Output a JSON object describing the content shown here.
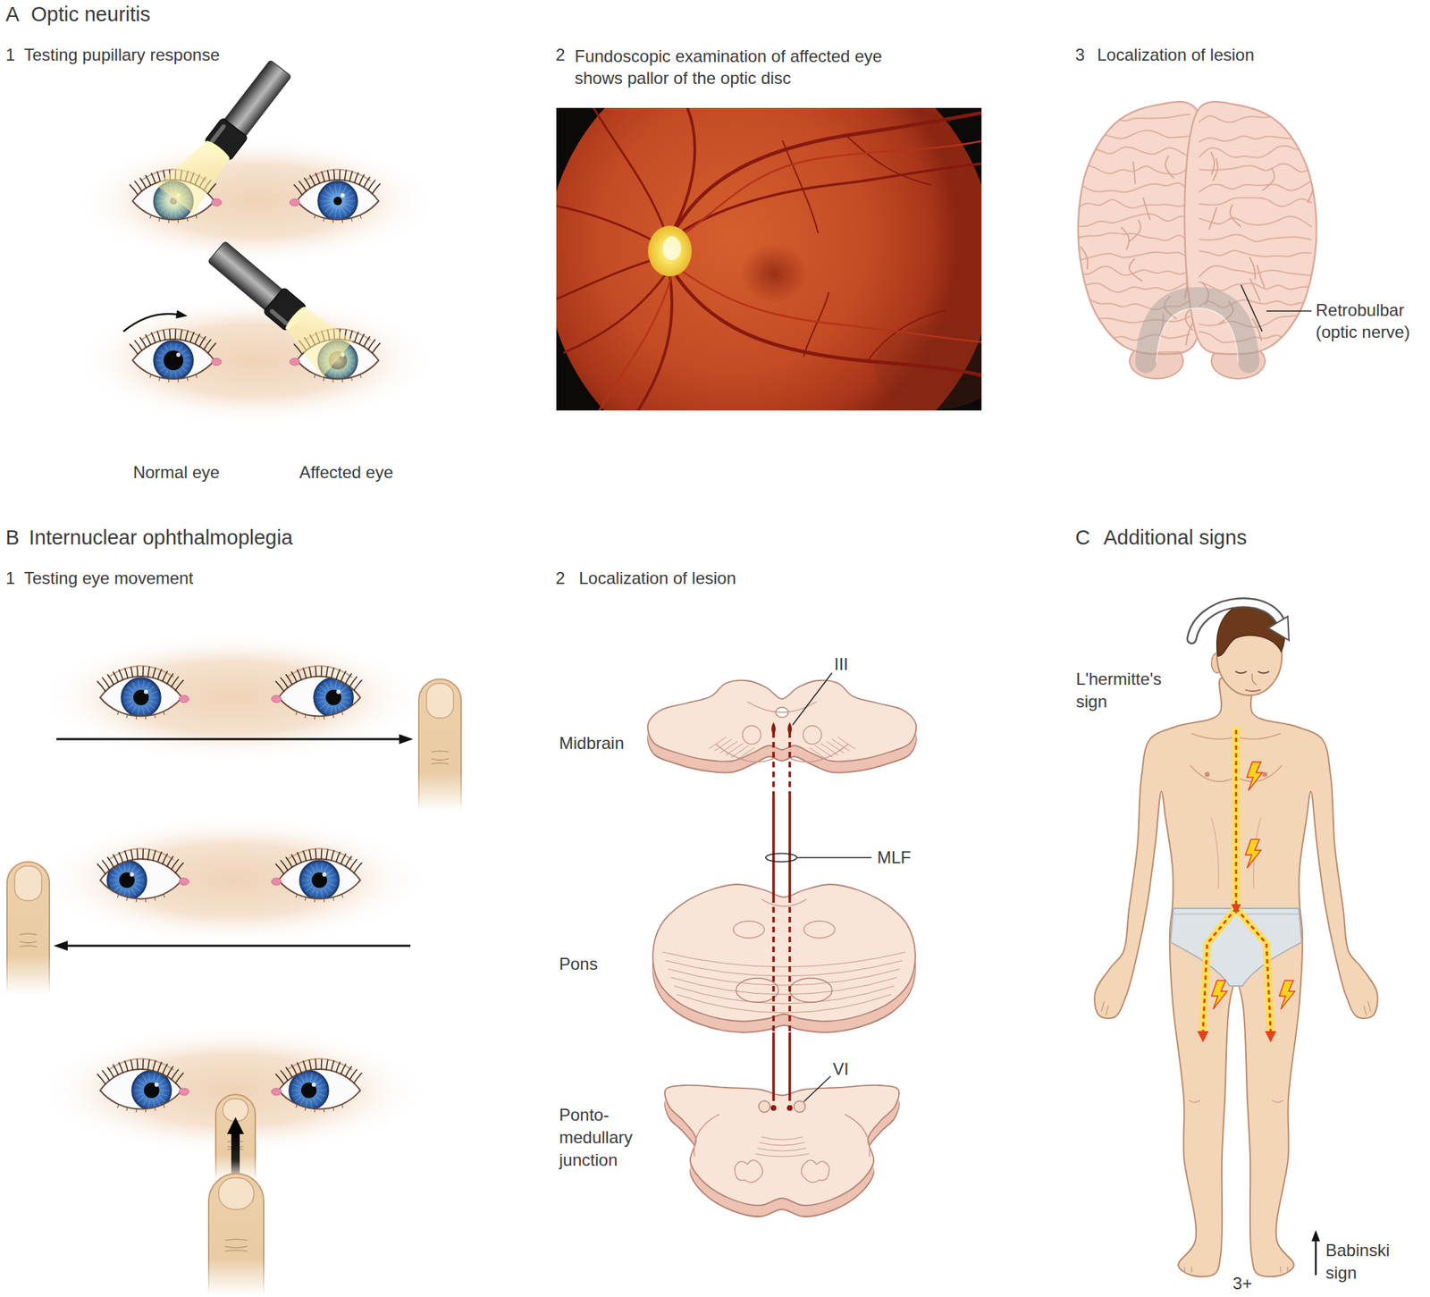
{
  "diagram": {
    "labels": [
      "A",
      "Optic neuritis",
      "1",
      "Testing pupillary response",
      "2",
      "Fundoscopic examination of affected eye shows pallor of the optic disc",
      "3",
      "Localization of lesion",
      "Retrobulbar (optic nerve)",
      "Normal eye",
      "Affected eye",
      "B",
      "Internuclear ophthalmoplegia",
      "1",
      "Testing eye movement",
      "2",
      "Localization of lesion",
      "III",
      "Midbrain",
      "MLF",
      "Pons",
      "VI",
      "Ponto- medullary junction",
      "C",
      "Additional signs",
      "L'hermitte's sign",
      "Babinski sign",
      "3+"
    ]
  }
}
